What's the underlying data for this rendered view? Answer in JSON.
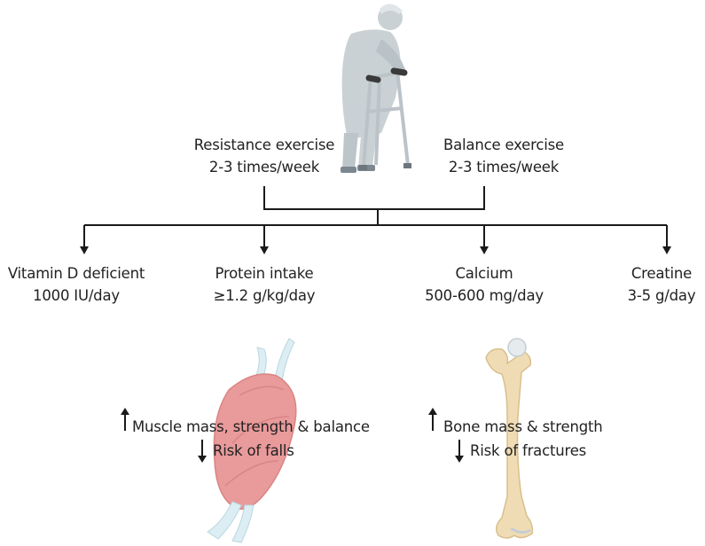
{
  "exercise": {
    "resistance": {
      "label": "Resistance exercise",
      "frequency": "2-3 times/week"
    },
    "balance": {
      "label": "Balance exercise",
      "frequency": "2-3 times/week"
    }
  },
  "supplements": [
    {
      "label": "Vitamin D deficient",
      "dose": "1000 IU/day"
    },
    {
      "label": "Protein intake",
      "dose": "≥1.2 g/kg/day"
    },
    {
      "label": "Calcium",
      "dose": "500-600 mg/day"
    },
    {
      "label": "Creatine",
      "dose": "3-5 g/day"
    }
  ],
  "outcomes": {
    "muscle": {
      "increase": "Muscle mass, strength & balance",
      "decrease": "Risk of falls"
    },
    "bone": {
      "increase": "Bone mass & strength",
      "decrease": "Risk of fractures"
    }
  },
  "icons": {
    "figure": "elderly-walker-icon",
    "muscle": "muscle-icon",
    "bone": "femur-bone-icon",
    "up": "up-arrow-icon",
    "down": "down-arrow-icon"
  },
  "colors": {
    "muscle": "#e99a9a",
    "bone": "#f0dcb4",
    "figure": "#c9d1d5",
    "line": "#1a1a1a"
  }
}
